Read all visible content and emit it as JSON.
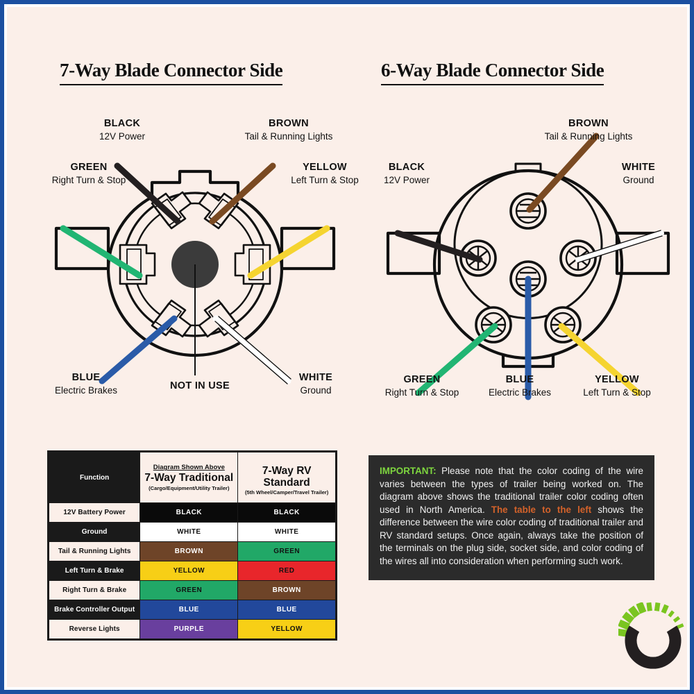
{
  "page": {
    "background_color": "#fbefe9",
    "border_color": "#1b4fa0"
  },
  "sections": {
    "left": {
      "title": "7-Way Blade Connector Side",
      "labels": [
        {
          "color_name": "BLACK",
          "function": "12V Power"
        },
        {
          "color_name": "BROWN",
          "function": "Tail & Running Lights"
        },
        {
          "color_name": "GREEN",
          "function": "Right Turn & Stop"
        },
        {
          "color_name": "YELLOW",
          "function": "Left Turn & Stop"
        },
        {
          "color_name": "BLUE",
          "function": "Electric Brakes"
        },
        {
          "color_name": "NOT IN USE",
          "function": ""
        },
        {
          "color_name": "WHITE",
          "function": "Ground"
        }
      ]
    },
    "right": {
      "title": "6-Way Blade Connector Side",
      "labels": [
        {
          "color_name": "BROWN",
          "function": "Tail & Running Lights"
        },
        {
          "color_name": "BLACK",
          "function": "12V Power"
        },
        {
          "color_name": "WHITE",
          "function": "Ground"
        },
        {
          "color_name": "GREEN",
          "function": "Right Turn & Stop"
        },
        {
          "color_name": "BLUE",
          "function": "Electric Brakes"
        },
        {
          "color_name": "YELLOW",
          "function": "Left Turn & Stop"
        }
      ]
    }
  },
  "wire_colors": {
    "black": "#231f20",
    "brown": "#7a4a22",
    "green": "#21b573",
    "yellow": "#f5d430",
    "blue": "#2a5ba8",
    "white": "#ffffff",
    "connector_center": "#3b3b3b",
    "outline": "#111111"
  },
  "table": {
    "header": {
      "function_label": "Function",
      "columns": [
        {
          "small_top": "Diagram Shown Above",
          "big": "7-Way Traditional",
          "small_bottom": "(Cargo/Equipment/Utility Trailer)"
        },
        {
          "small_top": "",
          "big": "7-Way RV Standard",
          "small_bottom": "(5th Wheel/Camper/Travel Trailer)"
        }
      ]
    },
    "rows": [
      {
        "function": "12V Battery Power",
        "traditional": {
          "label": "BLACK",
          "bg": "#0a0a0a",
          "fg": "#ffffff"
        },
        "rv": {
          "label": "BLACK",
          "bg": "#0a0a0a",
          "fg": "#ffffff"
        }
      },
      {
        "function": "Ground",
        "traditional": {
          "label": "WHITE",
          "bg": "#ffffff",
          "fg": "#111111"
        },
        "rv": {
          "label": "WHITE",
          "bg": "#ffffff",
          "fg": "#111111"
        }
      },
      {
        "function": "Tail & Running Lights",
        "traditional": {
          "label": "BROWN",
          "bg": "#6e4428",
          "fg": "#ffffff"
        },
        "rv": {
          "label": "GREEN",
          "bg": "#21a867",
          "fg": "#111111"
        }
      },
      {
        "function": "Left Turn & Brake",
        "traditional": {
          "label": "YELLOW",
          "bg": "#f7cf16",
          "fg": "#111111"
        },
        "rv": {
          "label": "RED",
          "bg": "#e8262b",
          "fg": "#111111"
        }
      },
      {
        "function": "Right Turn & Brake",
        "traditional": {
          "label": "GREEN",
          "bg": "#21a867",
          "fg": "#111111"
        },
        "rv": {
          "label": "BROWN",
          "bg": "#6e4428",
          "fg": "#ffffff"
        }
      },
      {
        "function": "Brake Controller Output",
        "traditional": {
          "label": "BLUE",
          "bg": "#22489b",
          "fg": "#ffffff"
        },
        "rv": {
          "label": "BLUE",
          "bg": "#22489b",
          "fg": "#ffffff"
        }
      },
      {
        "function": "Reverse Lights",
        "traditional": {
          "label": "PURPLE",
          "bg": "#693f9e",
          "fg": "#ffffff"
        },
        "rv": {
          "label": "YELLOW",
          "bg": "#f7cf16",
          "fg": "#111111"
        }
      }
    ]
  },
  "note": {
    "important_word": "IMPORTANT:",
    "part1": " Please note that the color coding of the wire varies between the types of trailer being worked on. The diagram above shows the traditional trailer color coding often used in North America. ",
    "highlight": "The table to the left",
    "part2": " shows the difference between the wire color coding of traditional trailer and RV standard setups. Once again, always take the position of the terminals on the plug side, socket side, and color coding of the wires all into consideration when performing such work.",
    "important_color": "#7ed63f",
    "highlight_color": "#d4622a"
  },
  "logo": {
    "ring_color": "#231f20",
    "dash_color": "#7ac520"
  }
}
